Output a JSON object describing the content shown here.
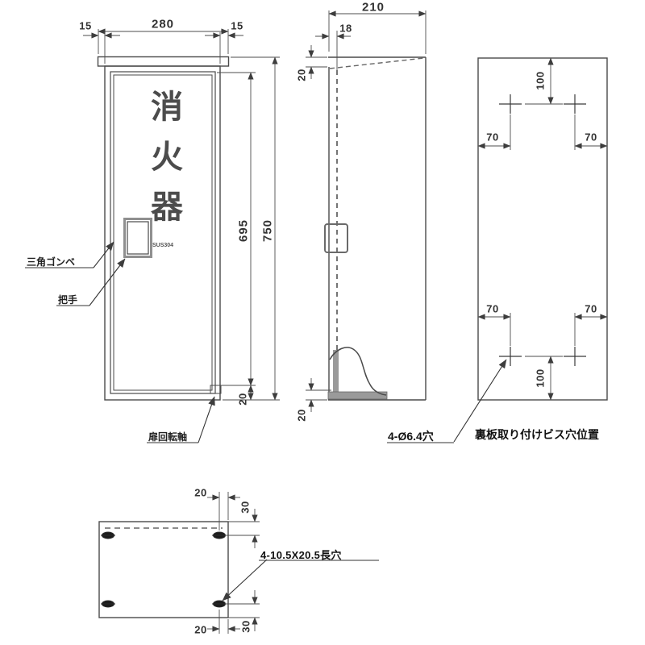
{
  "front_view": {
    "door_text": "消火器",
    "handle_material": "SUS304",
    "dim_width": "280",
    "dim_overhang_left": "15",
    "dim_overhang_right": "15",
    "dim_door_height": "695",
    "dim_total_height": "750",
    "dim_bottom": "20",
    "label_latch": "三角ゴンベ",
    "label_handle": "把手",
    "label_hinge": "扉回転軸"
  },
  "side_view": {
    "dim_depth": "210",
    "dim_door_inset": "18",
    "dim_top": "20",
    "dim_bottom": "20"
  },
  "back_view": {
    "dim_top_offset": "100",
    "dim_bottom_offset": "100",
    "dim_left_top": "70",
    "dim_right_top": "70",
    "dim_left_bottom": "70",
    "dim_right_bottom": "70",
    "label_holes": "4-Ø6.4穴",
    "label_note": "裏板取り付けビス穴位置"
  },
  "bottom_view": {
    "dim_x_top": "20",
    "dim_y_top": "30",
    "dim_x_bottom": "20",
    "dim_y_bottom": "30",
    "label_slots": "4-10.5X20.5長穴"
  }
}
